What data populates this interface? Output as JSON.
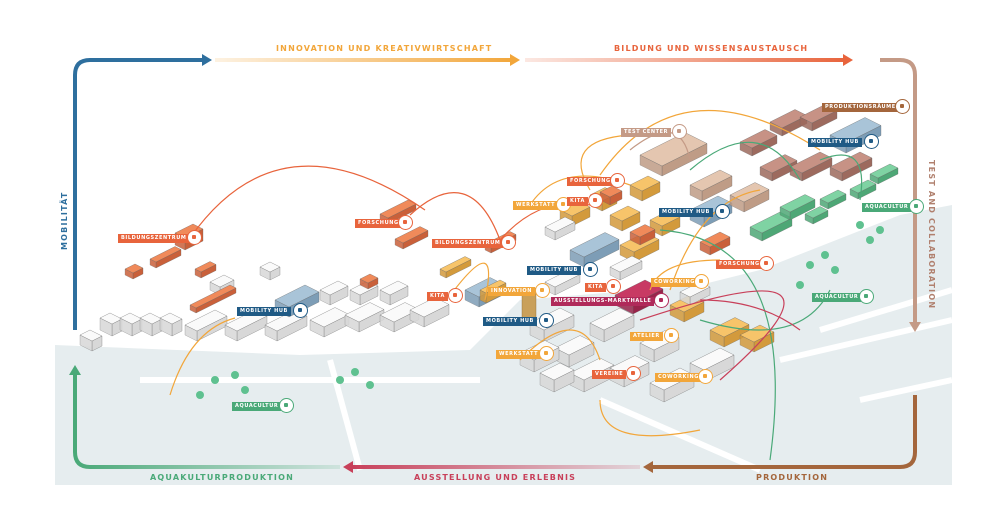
{
  "colors": {
    "mobility": "#2e6f9e",
    "innovation": "#f2a63a",
    "education": "#e8643c",
    "test": "#c49a86",
    "production": "#a4663c",
    "exhibition": "#c8405a",
    "aquaculture": "#4aa978",
    "water": "#e6edef"
  },
  "themes": {
    "top_left": "INNOVATION UND KREATIVWIRTSCHAFT",
    "top_right": "BILDUNG UND WISSENSAUSTAUSCH",
    "left": "MOBILITÄT",
    "right": "TEST AND COLLABORATION",
    "bottom_left": "AQUAKULTURPRODUKTION",
    "bottom_center": "AUSSTELLUNG UND ERLEBNIS",
    "bottom_right": "PRODUKTION"
  },
  "labels": [
    {
      "text": "BILDUNGSZENTRUM",
      "color": "#e8643c",
      "icon": "education-icon"
    },
    {
      "text": "FORSCHUNG",
      "color": "#e8643c",
      "icon": "research-icon"
    },
    {
      "text": "BILDUNGSZENTRUM",
      "color": "#e8643c",
      "icon": "education-icon"
    },
    {
      "text": "WERKSTATT",
      "color": "#f2a63a",
      "icon": "workshop-icon"
    },
    {
      "text": "KITA",
      "color": "#e8643c",
      "icon": "kita-icon"
    },
    {
      "text": "FORSCHUNG",
      "color": "#e8643c",
      "icon": "research-icon"
    },
    {
      "text": "TEST CENTER",
      "color": "#c49a86",
      "icon": "test-center-icon"
    },
    {
      "text": "PRODUKTIONSRÄUME",
      "color": "#a4663c",
      "icon": "robot-arm-icon"
    },
    {
      "text": "MOBILITY HUB",
      "color": "#1f5a85",
      "icon": "car-icon"
    },
    {
      "text": "MOBILITY HUB",
      "color": "#1f5a85",
      "icon": "car-icon"
    },
    {
      "text": "AQUACULTUR",
      "color": "#4aa978",
      "icon": "plant-icon"
    },
    {
      "text": "FORSCHUNG",
      "color": "#e8643c",
      "icon": "research-icon"
    },
    {
      "text": "COWORKING",
      "color": "#f2a63a",
      "icon": "coworking-icon"
    },
    {
      "text": "AQUACULTUR",
      "color": "#4aa978",
      "icon": "plant-icon"
    },
    {
      "text": "MOBILITY HUB",
      "color": "#1f5a85",
      "icon": "car-icon"
    },
    {
      "text": "KITA",
      "color": "#e8643c",
      "icon": "kita-icon"
    },
    {
      "text": "AUSSTELLUNGS-MARKTHALLE",
      "color": "#b02a5a",
      "icon": "market-hall-icon"
    },
    {
      "text": "INNOVATION",
      "color": "#f2a63a",
      "icon": "innovation-icon"
    },
    {
      "text": "KITA",
      "color": "#e8643c",
      "icon": "kita-icon"
    },
    {
      "text": "MOBILITY HUB",
      "color": "#1f5a85",
      "icon": "car-icon"
    },
    {
      "text": "MOBILITY HUB",
      "color": "#1f5a85",
      "icon": "car-icon"
    },
    {
      "text": "WERKSTATT",
      "color": "#f2a63a",
      "icon": "workshop-icon"
    },
    {
      "text": "ATELIER",
      "color": "#f2a63a",
      "icon": "brush-icon"
    },
    {
      "text": "VEREINE",
      "color": "#e8643c",
      "icon": "community-icon"
    },
    {
      "text": "COWORKING",
      "color": "#f2a63a",
      "icon": "coworking-icon"
    },
    {
      "text": "AQUACULTUR",
      "color": "#4aa978",
      "icon": "plant-icon"
    }
  ]
}
